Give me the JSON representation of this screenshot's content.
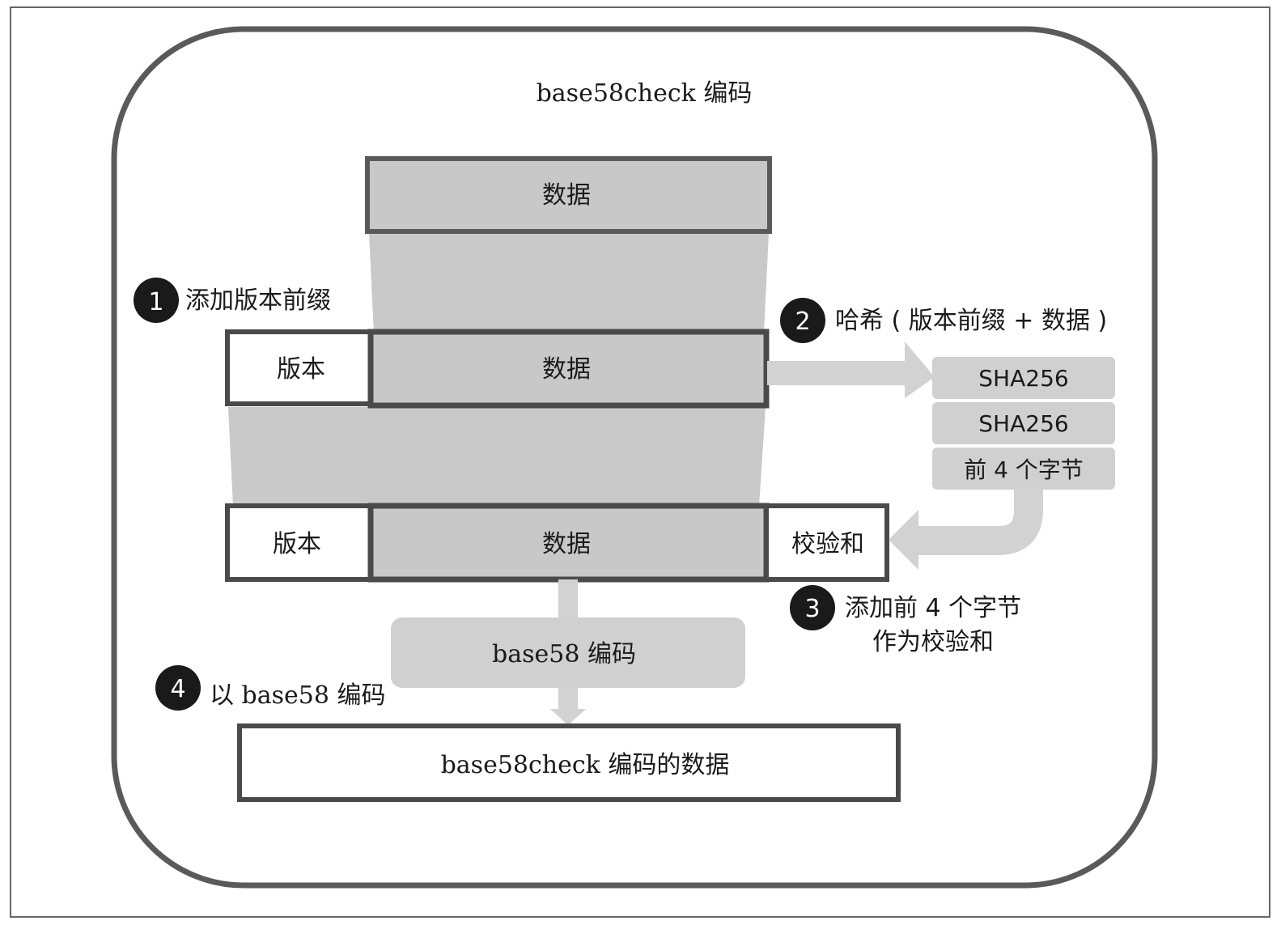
{
  "title": "base58check 编码",
  "blocks": {
    "data_top": "数据",
    "version_mid": "版本",
    "data_mid": "数据",
    "version_bottom": "版本",
    "data_bottom": "数据",
    "checksum": "校验和",
    "base58_encode": "base58 编码",
    "result": "base58check 编码的数据"
  },
  "hash_stack": [
    "SHA256",
    "SHA256",
    "前 4 个字节"
  ],
  "steps": [
    {
      "number": "1",
      "label": "添加版本前缀"
    },
    {
      "number": "2",
      "label": "哈希 ( 版本前缀 + 数据 )"
    },
    {
      "number": "3",
      "label_line1": "添加前 4 个字节",
      "label_line2": "作为校验和"
    },
    {
      "number": "4",
      "label": "以 base58 编码"
    }
  ],
  "colors": {
    "frame": "#5a5a5a",
    "block_fill": "#c8c8c8",
    "funnel_fill": "#c9c9c9",
    "arrow_fill": "#d2d2d2",
    "badge_fill": "#1a1a1a",
    "text": "#1a1a1a"
  }
}
